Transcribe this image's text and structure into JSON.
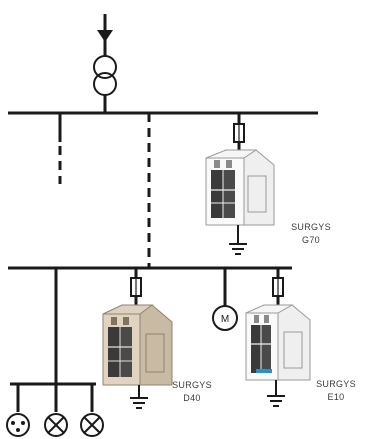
{
  "devices": [
    {
      "name": "SURGYS",
      "model": "G70",
      "body_color": "#efefef",
      "face_color": "#fafafa"
    },
    {
      "name": "SURGYS",
      "model": "D40",
      "body_color": "#c9bba3",
      "face_color": "#e0d4c1"
    },
    {
      "name": "SURGYS",
      "model": "E10",
      "body_color": "#efefef",
      "face_color": "#fafafa",
      "accent_color": "#2a8fd0"
    }
  ],
  "motor": {
    "symbol": "M"
  },
  "loads": [
    {
      "type": "socket"
    },
    {
      "type": "lamp"
    },
    {
      "type": "lamp"
    }
  ]
}
